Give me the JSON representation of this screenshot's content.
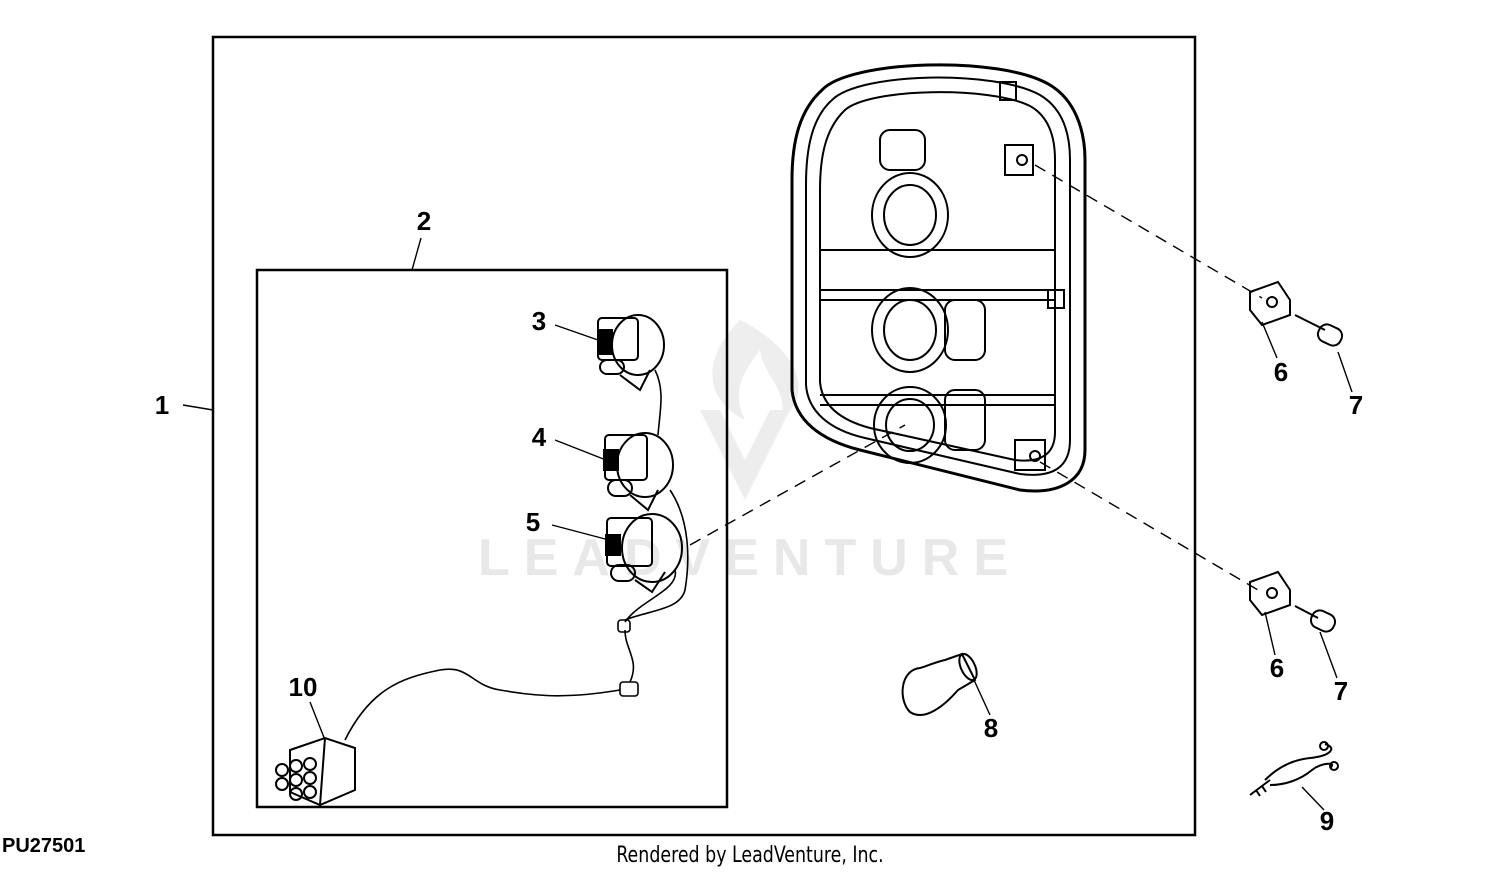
{
  "figure_id": "PU27501",
  "footer": "Rendered by LeadVenture, Inc.",
  "watermark": {
    "text": "LEADVENTURE",
    "color": "#e6e6e6"
  },
  "callouts": [
    {
      "id": "1",
      "part": "tail-light-assembly"
    },
    {
      "id": "2",
      "part": "wiring-harness-kit"
    },
    {
      "id": "3",
      "part": "bulb-socket"
    },
    {
      "id": "4",
      "part": "bulb-socket"
    },
    {
      "id": "5",
      "part": "bulb-socket"
    },
    {
      "id": "6",
      "part": "clip-nut"
    },
    {
      "id": "6",
      "part": "clip-nut"
    },
    {
      "id": "7",
      "part": "screw"
    },
    {
      "id": "7",
      "part": "screw"
    },
    {
      "id": "8",
      "part": "bulb"
    },
    {
      "id": "9",
      "part": "cable-strap"
    },
    {
      "id": "10",
      "part": "connector"
    }
  ]
}
